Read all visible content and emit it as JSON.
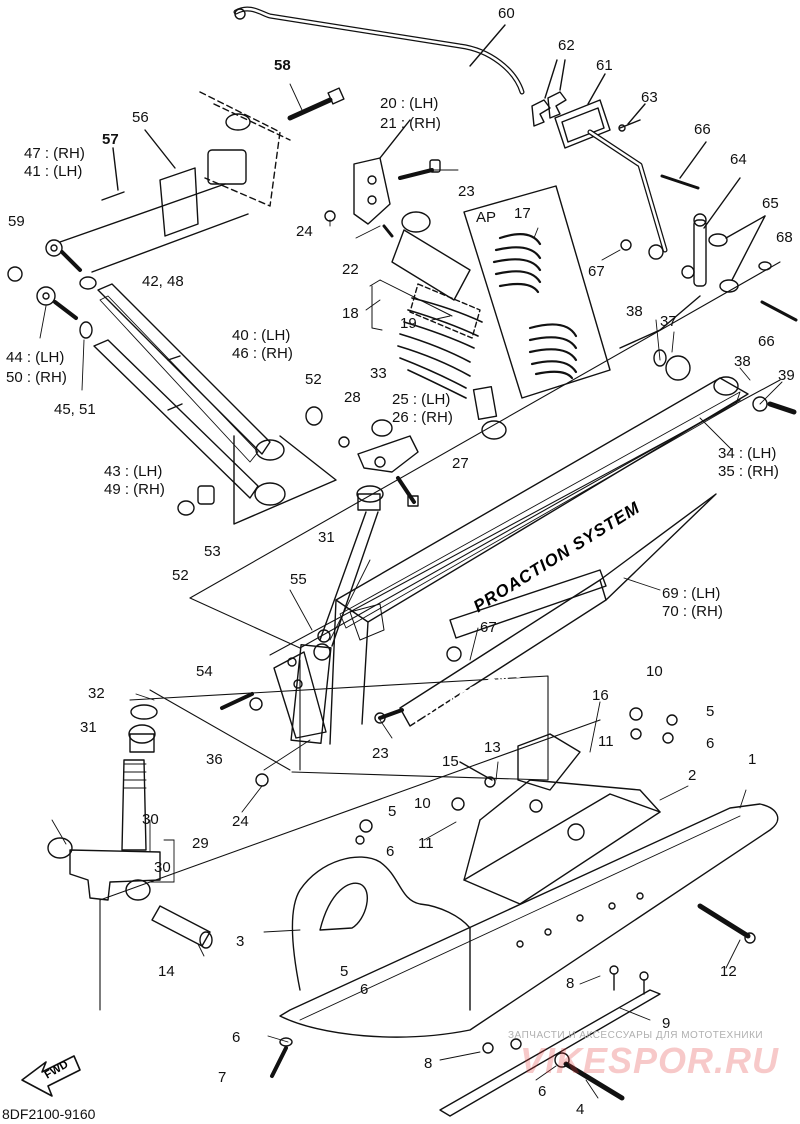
{
  "diagram_code": "8DF2100-9160",
  "fwd_label": "FWD",
  "brand_text": "PROACTION SYSTEM",
  "inset_label": "AP",
  "watermark": {
    "caption": "ЗАПЧАСТИ И АКСЕССУАРЫ ДЛЯ МОТОТЕХНИКИ",
    "site": "VIKESPOR.RU"
  },
  "callouts": [
    {
      "id": "c60",
      "text": "60"
    },
    {
      "id": "c62",
      "text": "62"
    },
    {
      "id": "c61",
      "text": "61"
    },
    {
      "id": "c63",
      "text": "63"
    },
    {
      "id": "c58",
      "text": "58"
    },
    {
      "id": "c20",
      "text": "20 : (LH)"
    },
    {
      "id": "c21",
      "text": "21 : (RH)"
    },
    {
      "id": "c66a",
      "text": "66"
    },
    {
      "id": "c64",
      "text": "64"
    },
    {
      "id": "c47",
      "text": "47 : (RH)"
    },
    {
      "id": "c41",
      "text": "41 : (LH)"
    },
    {
      "id": "c57",
      "text": "57"
    },
    {
      "id": "c56",
      "text": "56"
    },
    {
      "id": "c23a",
      "text": "23"
    },
    {
      "id": "c17",
      "text": "17"
    },
    {
      "id": "c65",
      "text": "65"
    },
    {
      "id": "c68",
      "text": "68"
    },
    {
      "id": "c59",
      "text": "59"
    },
    {
      "id": "c24a",
      "text": "24"
    },
    {
      "id": "c22",
      "text": "22"
    },
    {
      "id": "c67a",
      "text": "67"
    },
    {
      "id": "c4248",
      "text": "42, 48"
    },
    {
      "id": "c18",
      "text": "18"
    },
    {
      "id": "c19",
      "text": "19"
    },
    {
      "id": "c38a",
      "text": "38"
    },
    {
      "id": "c37",
      "text": "37"
    },
    {
      "id": "c66b",
      "text": "66"
    },
    {
      "id": "c44",
      "text": "44 : (LH)"
    },
    {
      "id": "c50",
      "text": "50 : (RH)"
    },
    {
      "id": "c40",
      "text": "40 : (LH)"
    },
    {
      "id": "c46",
      "text": "46 : (RH)"
    },
    {
      "id": "c38b",
      "text": "38"
    },
    {
      "id": "c39",
      "text": "39"
    },
    {
      "id": "c52a",
      "text": "52"
    },
    {
      "id": "c33",
      "text": "33"
    },
    {
      "id": "c4551",
      "text": "45, 51"
    },
    {
      "id": "c28",
      "text": "28"
    },
    {
      "id": "c25",
      "text": "25 : (LH)"
    },
    {
      "id": "c26",
      "text": "26 : (RH)"
    },
    {
      "id": "c34",
      "text": "34 : (LH)"
    },
    {
      "id": "c35",
      "text": "35 : (RH)"
    },
    {
      "id": "c43",
      "text": "43 : (LH)"
    },
    {
      "id": "c49",
      "text": "49 : (RH)"
    },
    {
      "id": "c27",
      "text": "27"
    },
    {
      "id": "c31a",
      "text": "31"
    },
    {
      "id": "c53",
      "text": "53"
    },
    {
      "id": "c52b",
      "text": "52"
    },
    {
      "id": "c69",
      "text": "69 : (LH)"
    },
    {
      "id": "c70",
      "text": "70 : (RH)"
    },
    {
      "id": "c55",
      "text": "55"
    },
    {
      "id": "c67b",
      "text": "67"
    },
    {
      "id": "c54",
      "text": "54"
    },
    {
      "id": "c10a",
      "text": "10"
    },
    {
      "id": "c32",
      "text": "32"
    },
    {
      "id": "c16",
      "text": "16"
    },
    {
      "id": "c5a",
      "text": "5"
    },
    {
      "id": "c31b",
      "text": "31"
    },
    {
      "id": "c11a",
      "text": "11"
    },
    {
      "id": "c6a",
      "text": "6"
    },
    {
      "id": "c36",
      "text": "36"
    },
    {
      "id": "c23b",
      "text": "23"
    },
    {
      "id": "c15",
      "text": "15"
    },
    {
      "id": "c13",
      "text": "13"
    },
    {
      "id": "c2",
      "text": "2"
    },
    {
      "id": "c1",
      "text": "1"
    },
    {
      "id": "c10b",
      "text": "10"
    },
    {
      "id": "c5b",
      "text": "5"
    },
    {
      "id": "c24b",
      "text": "24"
    },
    {
      "id": "c11b",
      "text": "11"
    },
    {
      "id": "c6b",
      "text": "6"
    },
    {
      "id": "c30a",
      "text": "30"
    },
    {
      "id": "c29",
      "text": "29"
    },
    {
      "id": "c30b",
      "text": "30"
    },
    {
      "id": "c3",
      "text": "3"
    },
    {
      "id": "c12",
      "text": "12"
    },
    {
      "id": "c5c",
      "text": "5"
    },
    {
      "id": "c14",
      "text": "14"
    },
    {
      "id": "c6c",
      "text": "6"
    },
    {
      "id": "c8a",
      "text": "8"
    },
    {
      "id": "c9",
      "text": "9"
    },
    {
      "id": "c6d",
      "text": "6"
    },
    {
      "id": "c8b",
      "text": "8"
    },
    {
      "id": "c7",
      "text": "7"
    },
    {
      "id": "c6e",
      "text": "6"
    },
    {
      "id": "c4",
      "text": "4"
    }
  ]
}
